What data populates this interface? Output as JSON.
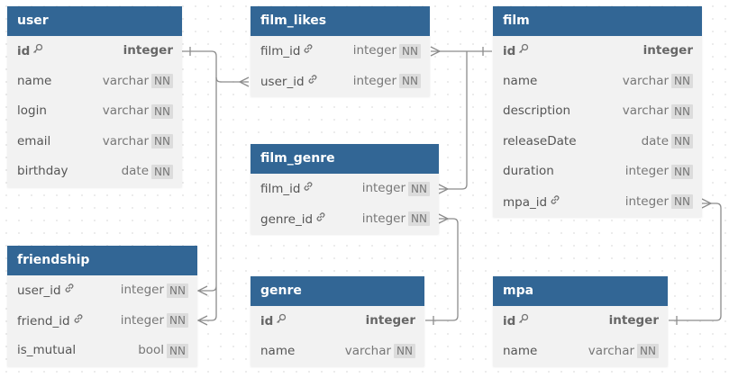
{
  "tables": {
    "user": {
      "name": "user",
      "columns": [
        {
          "name": "id",
          "type": "integer",
          "pk": true,
          "nn": false
        },
        {
          "name": "name",
          "type": "varchar",
          "pk": false,
          "nn": true
        },
        {
          "name": "login",
          "type": "varchar",
          "pk": false,
          "nn": true
        },
        {
          "name": "email",
          "type": "varchar",
          "pk": false,
          "nn": true
        },
        {
          "name": "birthday",
          "type": "date",
          "pk": false,
          "nn": true
        }
      ]
    },
    "film_likes": {
      "name": "film_likes",
      "columns": [
        {
          "name": "film_id",
          "type": "integer",
          "fk": true,
          "nn": true
        },
        {
          "name": "user_id",
          "type": "integer",
          "fk": true,
          "nn": true
        }
      ]
    },
    "film": {
      "name": "film",
      "columns": [
        {
          "name": "id",
          "type": "integer",
          "pk": true,
          "nn": false
        },
        {
          "name": "name",
          "type": "varchar",
          "pk": false,
          "nn": true
        },
        {
          "name": "description",
          "type": "varchar",
          "pk": false,
          "nn": true
        },
        {
          "name": "releaseDate",
          "type": "date",
          "pk": false,
          "nn": true
        },
        {
          "name": "duration",
          "type": "integer",
          "pk": false,
          "nn": true
        },
        {
          "name": "mpa_id",
          "type": "integer",
          "fk": true,
          "nn": true
        }
      ]
    },
    "film_genre": {
      "name": "film_genre",
      "columns": [
        {
          "name": "film_id",
          "type": "integer",
          "fk": true,
          "nn": true
        },
        {
          "name": "genre_id",
          "type": "integer",
          "fk": true,
          "nn": true
        }
      ]
    },
    "friendship": {
      "name": "friendship",
      "columns": [
        {
          "name": "user_id",
          "type": "integer",
          "fk": true,
          "nn": true
        },
        {
          "name": "friend_id",
          "type": "integer",
          "fk": true,
          "nn": true
        },
        {
          "name": "is_mutual",
          "type": "bool",
          "pk": false,
          "nn": true
        }
      ]
    },
    "genre": {
      "name": "genre",
      "columns": [
        {
          "name": "id",
          "type": "integer",
          "pk": true,
          "nn": false
        },
        {
          "name": "name",
          "type": "varchar",
          "pk": false,
          "nn": true
        }
      ]
    },
    "mpa": {
      "name": "mpa",
      "columns": [
        {
          "name": "id",
          "type": "integer",
          "pk": true,
          "nn": false
        },
        {
          "name": "name",
          "type": "varchar",
          "pk": false,
          "nn": true
        }
      ]
    }
  },
  "nn_label": "NN",
  "icons": {
    "primary_key": "key-icon",
    "foreign_key": "link-icon"
  },
  "colors": {
    "header": "#326695",
    "connector": "#8c8c8c"
  }
}
